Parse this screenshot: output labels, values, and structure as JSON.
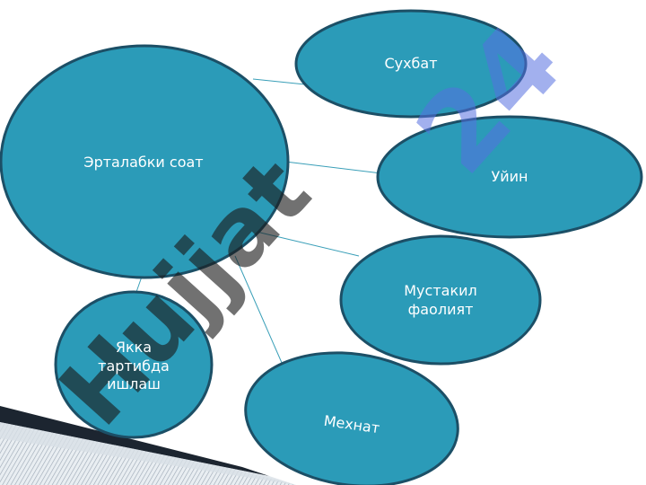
{
  "diagram": {
    "center": {
      "label": "Эрталабки соат"
    },
    "nodes": [
      {
        "id": "suhbat",
        "label": "Сухбат"
      },
      {
        "id": "uyin",
        "label": "Уйин"
      },
      {
        "id": "mustaqil",
        "label": "Мустакил\nфаолият"
      },
      {
        "id": "mehnat",
        "label": "Мехнат"
      },
      {
        "id": "yakka",
        "label": "Якка\nтартибда\nишлаш"
      }
    ]
  },
  "watermark": {
    "text": "Hujjat",
    "accent": "24"
  },
  "colors": {
    "bubble_fill": "#2b9bb8",
    "bubble_stroke": "#1c4f66",
    "connector": "#3a9fb8",
    "watermark": "#1a1a1a",
    "watermark_accent": "#5570e0"
  }
}
